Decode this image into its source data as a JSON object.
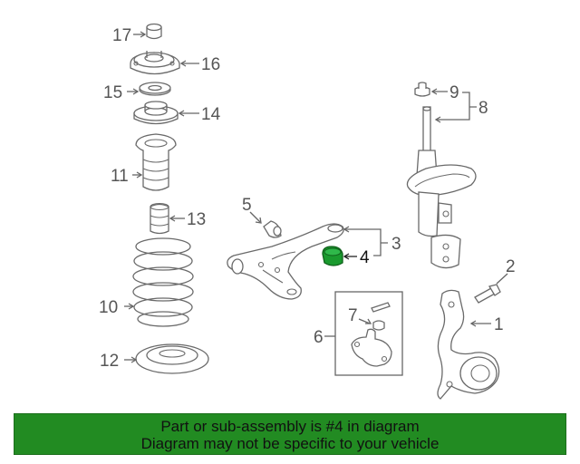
{
  "diagram": {
    "callouts": [
      {
        "id": "17",
        "label": "17"
      },
      {
        "id": "16",
        "label": "16"
      },
      {
        "id": "15",
        "label": "15"
      },
      {
        "id": "14",
        "label": "14"
      },
      {
        "id": "11",
        "label": "11"
      },
      {
        "id": "13",
        "label": "13"
      },
      {
        "id": "10",
        "label": "10"
      },
      {
        "id": "12",
        "label": "12"
      },
      {
        "id": "5",
        "label": "5"
      },
      {
        "id": "3",
        "label": "3"
      },
      {
        "id": "4",
        "label": "4",
        "highlighted": true
      },
      {
        "id": "7",
        "label": "7"
      },
      {
        "id": "6",
        "label": "6"
      },
      {
        "id": "9",
        "label": "9"
      },
      {
        "id": "8",
        "label": "8"
      },
      {
        "id": "2",
        "label": "2"
      },
      {
        "id": "1",
        "label": "1"
      }
    ],
    "highlight_color": "#1a9a2e"
  },
  "banner": {
    "line1": "Part or sub-assembly is #4 in diagram",
    "line2": "Diagram may not be specific to your vehicle",
    "background": "#228b22"
  }
}
